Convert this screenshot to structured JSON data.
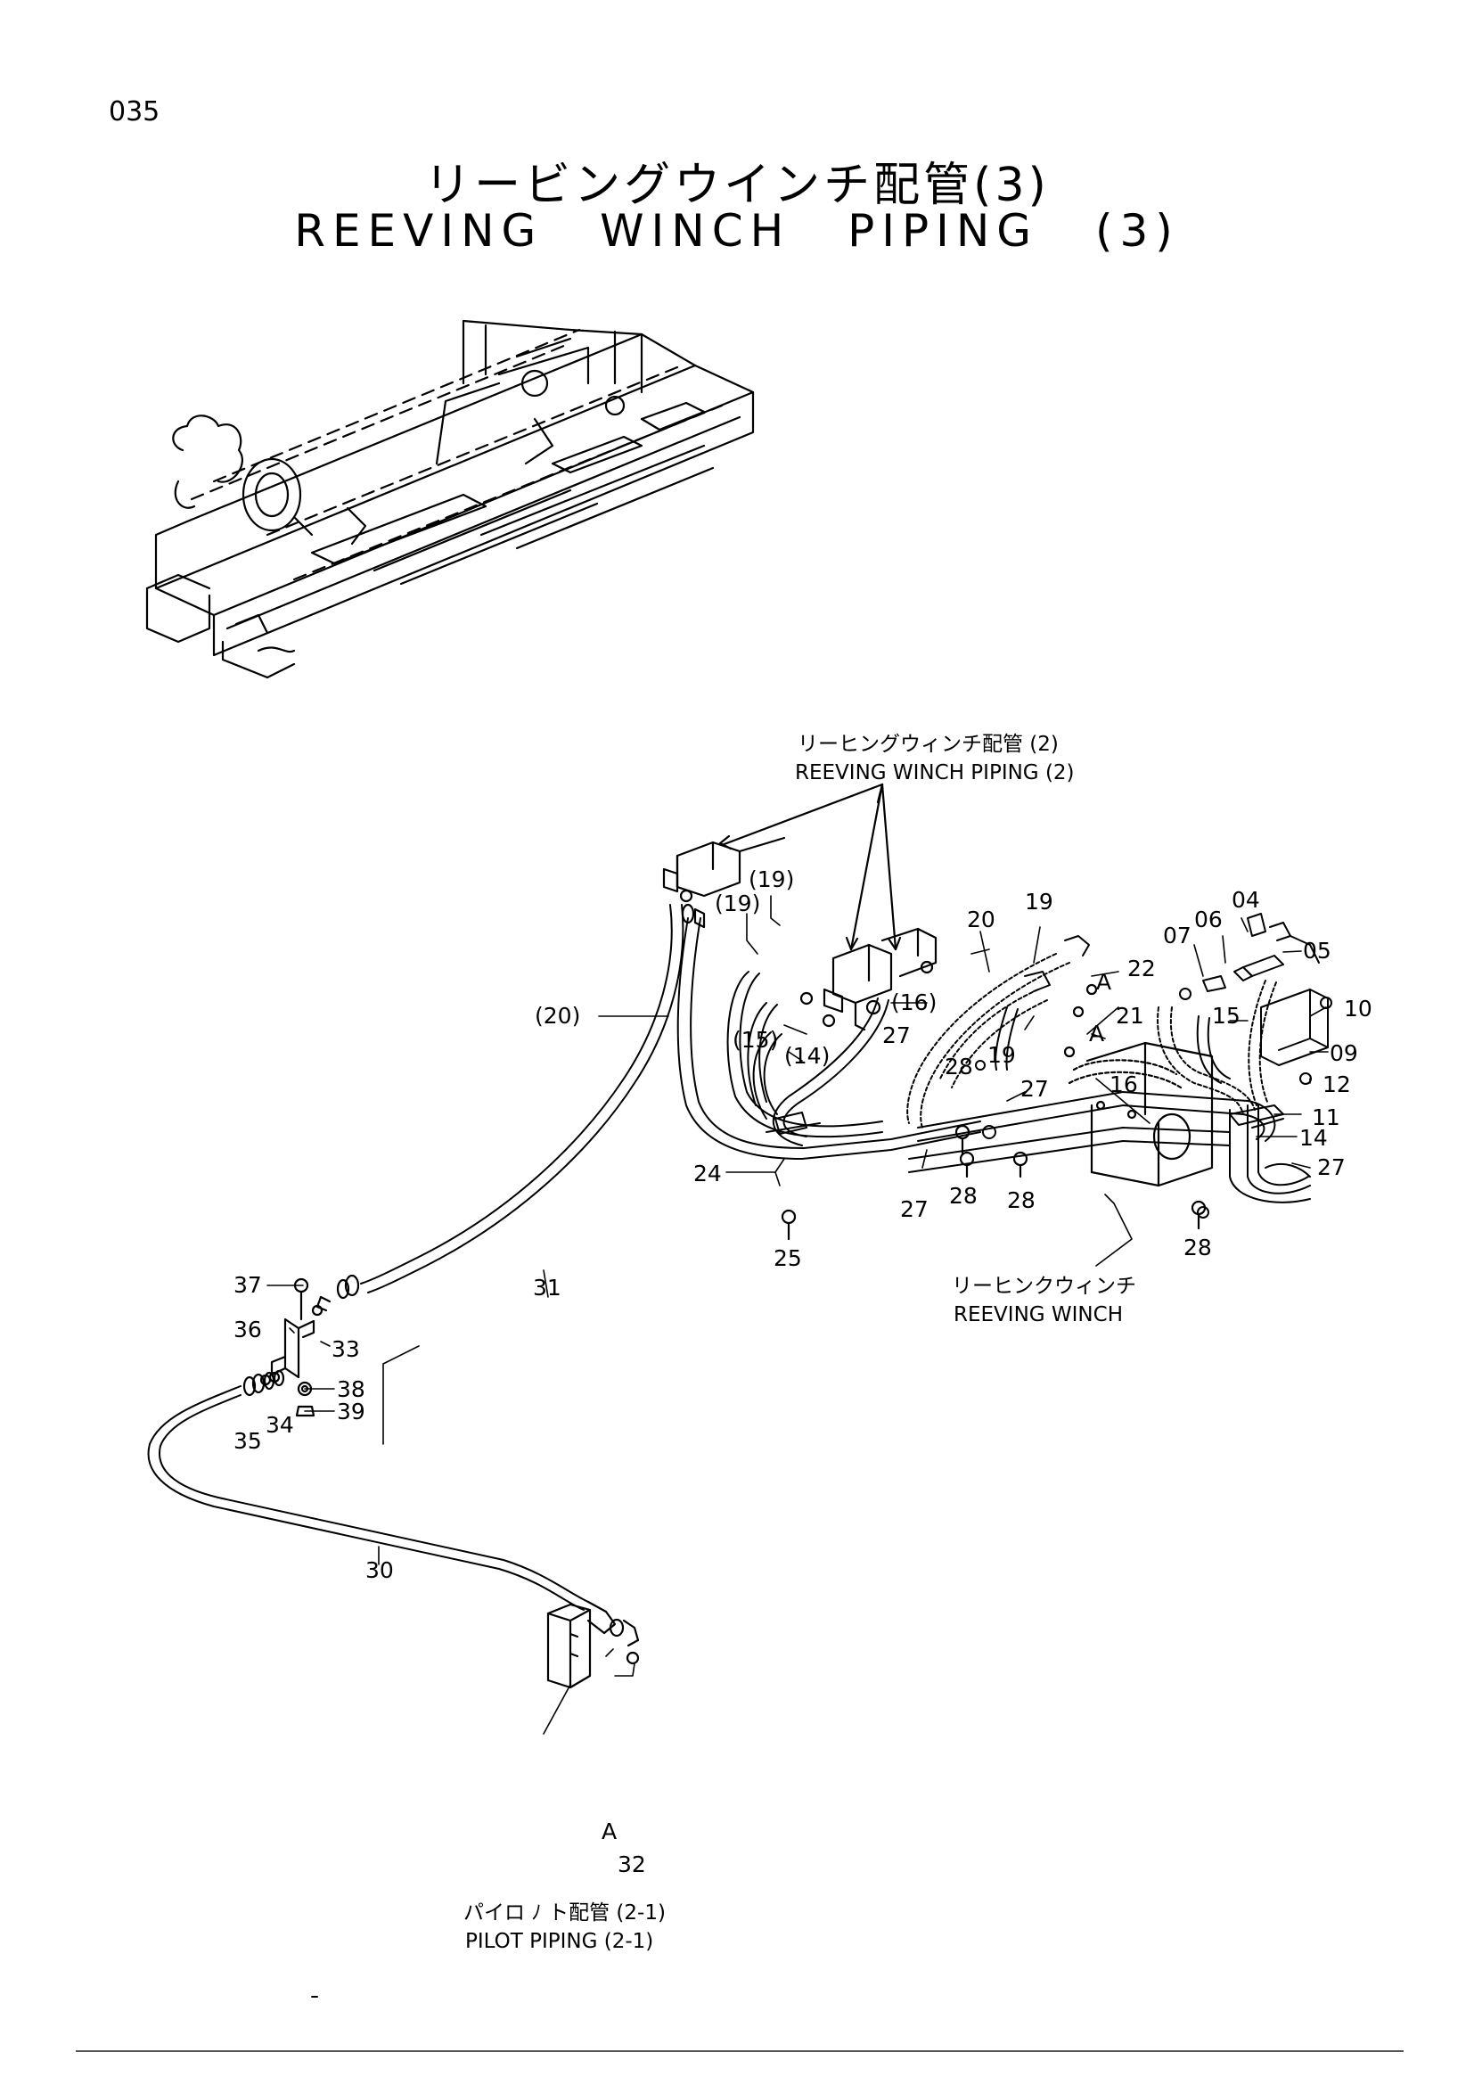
{
  "page_number": "035",
  "title_jp": "リービングウインチ配管(3)",
  "title_en": "REEVING WINCH PIPING (3)",
  "references": {
    "top": {
      "jp": "リーヒングウィンチ配管 (2)",
      "en": "REEVING WINCH PIPING (2)"
    },
    "winch": {
      "jp": "リーヒンクウィンチ",
      "en": "REEVING WINCH"
    },
    "pilot": {
      "jp": "パイロ ﾉ ト配管 (2-1)",
      "en": "PILOT PIPING (2-1)"
    }
  },
  "callouts": {
    "c19p": "(19)",
    "c19p2": "(19)",
    "c20p": "(20)",
    "c16p": "(16)",
    "c15p": "(15)",
    "c14p": "(14)",
    "c20": "20",
    "c19a": "19",
    "c19b": "19",
    "c22": "22",
    "cA1": "A",
    "cA2": "A",
    "cA3": "A",
    "c21": "21",
    "c07": "07",
    "c06": "06",
    "c04": "04",
    "c05": "05",
    "c15": "15",
    "c10": "10",
    "c09": "09",
    "c12": "12",
    "c16": "16",
    "c11": "11",
    "c14": "14",
    "c27a": "27",
    "c27b": "27",
    "c27c": "27",
    "c27d": "27",
    "c28a": "28",
    "c28b": "28",
    "c28c": "28",
    "c28d": "28",
    "c24": "24",
    "c25": "25",
    "c31": "31",
    "c30": "30",
    "c37": "37",
    "c36": "36",
    "c33": "33",
    "c38": "38",
    "c39": "39",
    "c34": "34",
    "c35": "35",
    "c32": "32"
  }
}
